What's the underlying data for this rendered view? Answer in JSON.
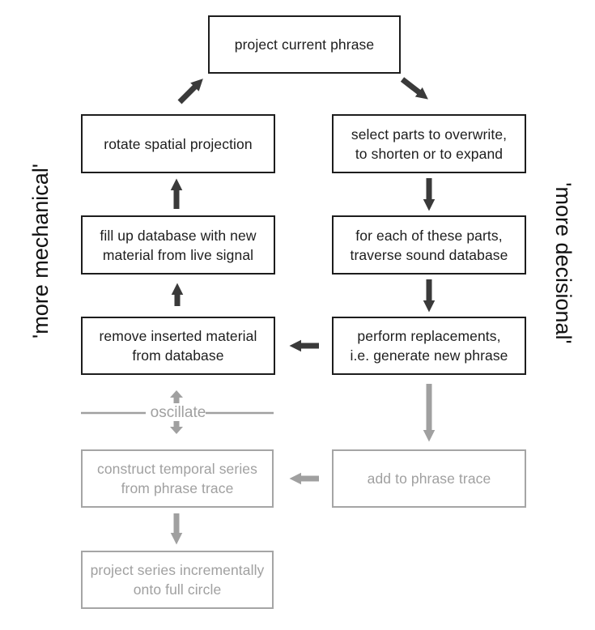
{
  "figure": {
    "type": "flowchart",
    "side_labels": {
      "left": "'more mechanical'",
      "right": "'more decisional'"
    },
    "oscillate_label": "oscillate",
    "boxes": {
      "top": {
        "label": "project current phrase"
      },
      "left1": {
        "label": "rotate spatial projection"
      },
      "right1": {
        "label": "select parts to overwrite,\nto shorten or to expand"
      },
      "left2": {
        "label": "fill up database with new\nmaterial from live signal"
      },
      "right2": {
        "label": "for each of these parts,\ntraverse sound database"
      },
      "left3": {
        "label": "remove inserted material\nfrom database"
      },
      "right3": {
        "label": "perform replacements,\ni.e. generate new phrase"
      },
      "gray_left": {
        "label": "construct temporal series\nfrom phrase trace"
      },
      "gray_right": {
        "label": "add to phrase trace"
      },
      "gray_bottom": {
        "label": "project series incrementally\nonto full circle"
      }
    },
    "colors": {
      "box_border_dark": "#1d1d1d",
      "arrow_dark": "#3a3a3a",
      "gray": "#a0a0a0",
      "background": "#ffffff"
    }
  }
}
